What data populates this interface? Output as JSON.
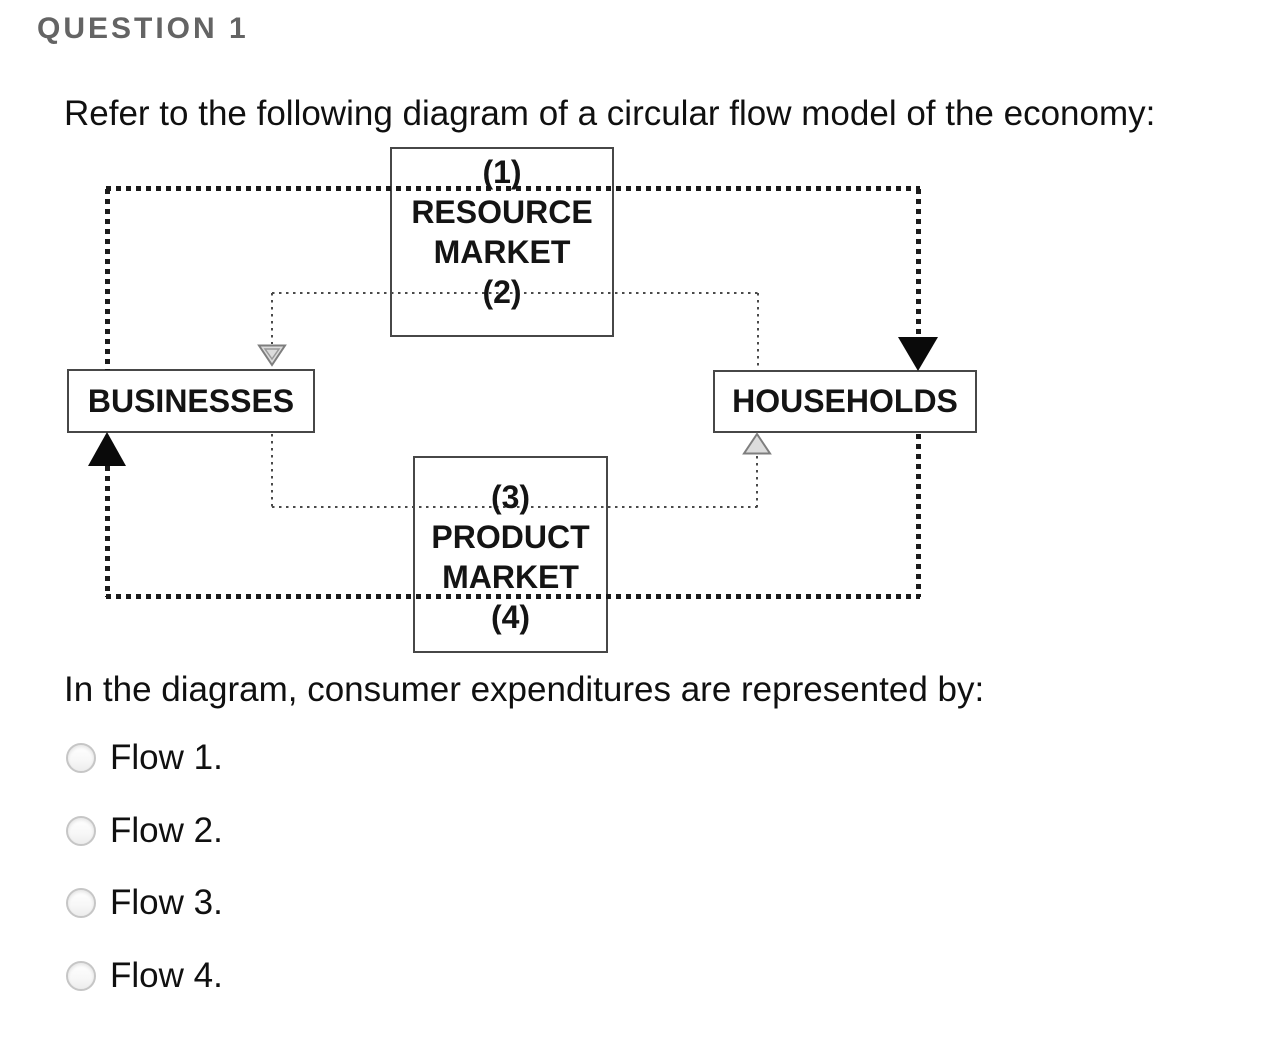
{
  "header": {
    "title": "QUESTION 1"
  },
  "intro_text": "Refer to the following diagram of a circular flow model of the economy:",
  "diagram": {
    "resource_market": {
      "flow_top": "(1)",
      "name_line1": "RESOURCE",
      "name_line2": "MARKET",
      "flow_bottom": "(2)"
    },
    "product_market": {
      "flow_top": "(3)",
      "name_line1": "PRODUCT",
      "name_line2": "MARKET",
      "flow_bottom": "(4)"
    },
    "businesses_label": "BUSINESSES",
    "households_label": "HOUSEHOLDS",
    "flows": [
      {
        "id": "1",
        "style": "bold-black-dotted",
        "path": "resource market level (1) to households (solid arrow) and businesses"
      },
      {
        "id": "2",
        "style": "fine-gray-dotted",
        "path": "resource market level (2) to businesses (hollow arrow) and households"
      },
      {
        "id": "3",
        "style": "fine-gray-dotted",
        "path": "product market level (3) to households (hollow arrow) and businesses"
      },
      {
        "id": "4",
        "style": "bold-black-dotted",
        "path": "product market level (4) to businesses (solid arrow) and households"
      }
    ]
  },
  "question_text": "In the diagram, consumer expenditures are represented by:",
  "options": [
    {
      "label": "Flow 1.",
      "selected": false
    },
    {
      "label": "Flow 2.",
      "selected": false
    },
    {
      "label": "Flow 3.",
      "selected": false
    },
    {
      "label": "Flow 4.",
      "selected": false
    }
  ],
  "colors": {
    "header_text": "#646464",
    "body_text": "#101010",
    "dark_flow_line": "#1a1a1a",
    "light_flow_line": "#4a4a4a",
    "box_border": "#474747",
    "radio_border": "#c6c6c6",
    "background": "#ffffff"
  }
}
